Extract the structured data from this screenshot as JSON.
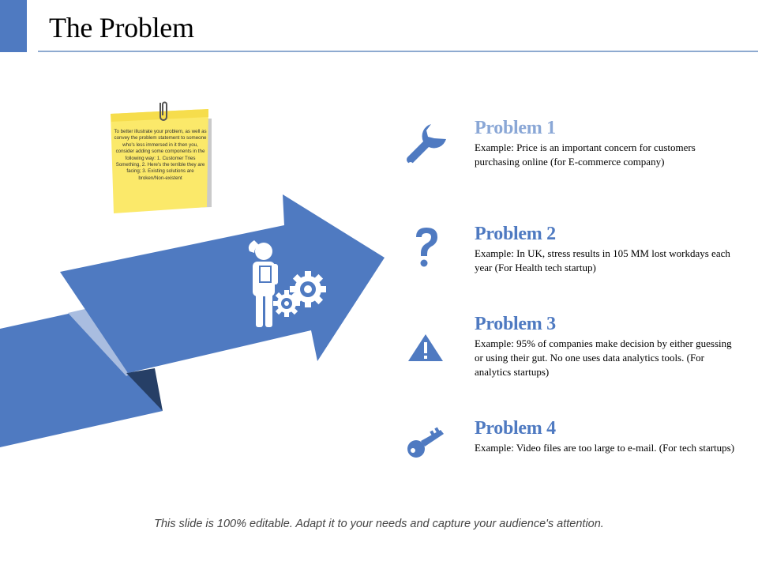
{
  "slide": {
    "title": "The Problem",
    "footer": "This slide is 100% editable. Adapt it to your needs and capture your audience's attention."
  },
  "sticky_note": {
    "text": "To better illustrate your problem, as well as convey the problem statement to someone who's less immersed in it then you, consider adding some components in the following way: 1. Customer Tries Something, 2. Here's the terrible they are facing; 3. Existing solutions are broken/Non-existent"
  },
  "problems": [
    {
      "title": "Problem 1",
      "description": "Example:  Price is an important concern for customers purchasing online  (for E-commerce company)",
      "icon": "wrench-icon"
    },
    {
      "title": "Problem 2",
      "description": "Example:  In UK, stress results in 105 MM lost workdays each year (For Health tech startup)",
      "icon": "question-mark-icon"
    },
    {
      "title": "Problem 3",
      "description": "Example:  95% of companies make decision  by either guessing or using their gut. No one uses data analytics tools.  (For analytics startups)",
      "icon": "warning-icon"
    },
    {
      "title": "Problem 4",
      "description": "Example:  Video files are too large to e-mail.  (For tech startups)",
      "icon": "key-icon"
    }
  ],
  "colors": {
    "accent": "#4f7ac1",
    "accent_light": "#8aa7d6",
    "arrow_dark": "#263f66",
    "sticky_note": "#fbe96a"
  }
}
